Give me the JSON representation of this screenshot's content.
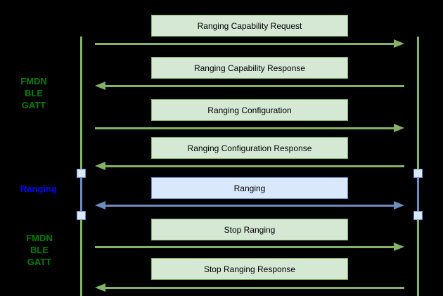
{
  "labels": {
    "gatt_top": {
      "lines": [
        "FMDN",
        "BLE",
        "GATT"
      ]
    },
    "ranging": {
      "text": "Ranging"
    },
    "gatt_bottom": {
      "lines": [
        "FMDN",
        "BLE",
        "GATT"
      ]
    }
  },
  "messages": [
    {
      "label": "Ranging Capability Request",
      "direction": "right",
      "style": "green"
    },
    {
      "label": "Ranging Capability Response",
      "direction": "left",
      "style": "green"
    },
    {
      "label": "Ranging Configuration",
      "direction": "right",
      "style": "green"
    },
    {
      "label": "Ranging Configuration Response",
      "direction": "left",
      "style": "green"
    },
    {
      "label": "Ranging",
      "direction": "both",
      "style": "blue"
    },
    {
      "label": "Stop Ranging",
      "direction": "right",
      "style": "green"
    },
    {
      "label": "Stop Ranging Response",
      "direction": "left",
      "style": "green"
    }
  ],
  "colors": {
    "background": "#000000",
    "green_stroke": "#82b366",
    "green_fill": "#d5e8d4",
    "blue_stroke": "#6c8ebf",
    "blue_fill": "#dae8fc",
    "label_green": "#008000",
    "label_blue": "#0000ff",
    "box_text": "#000000"
  }
}
